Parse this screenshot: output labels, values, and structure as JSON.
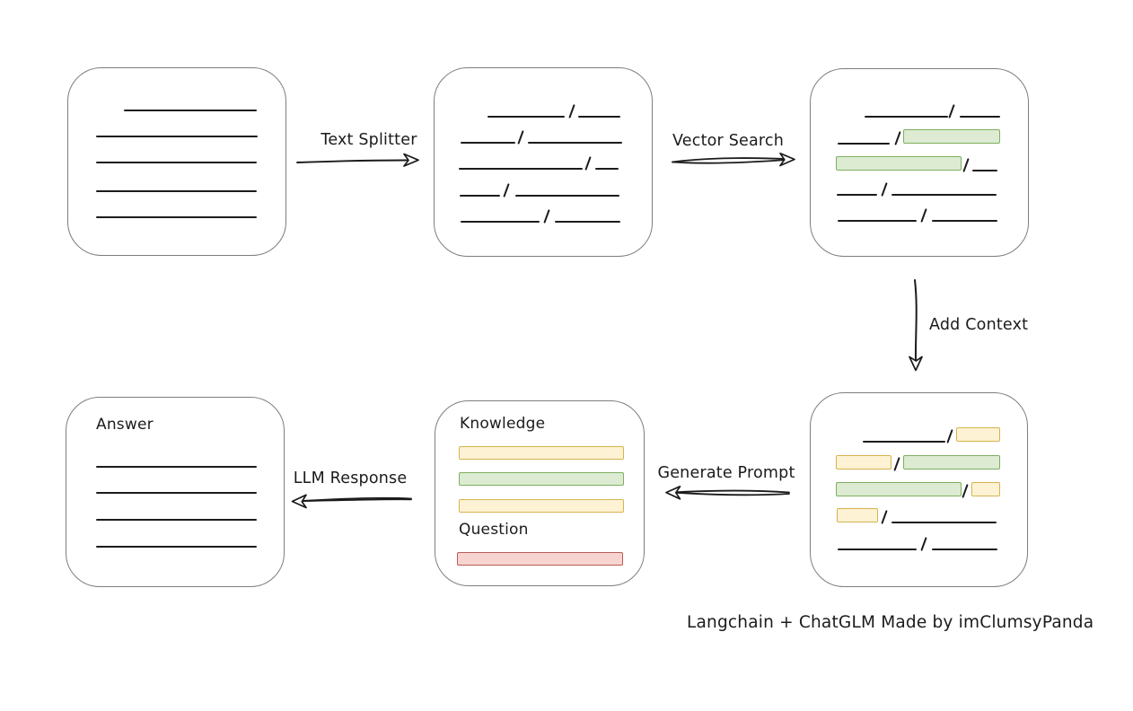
{
  "edges": {
    "text_splitter": "Text Splitter",
    "vector_search": "Vector Search",
    "add_context": "Add Context",
    "generate_prompt": "Generate Prompt",
    "llm_response": "LLM Response"
  },
  "prompt_box": {
    "knowledge_label": "Knowledge",
    "question_label": "Question"
  },
  "answer_box": {
    "title": "Answer"
  },
  "caption": "Langchain + ChatGLM Made by imClumsyPanda",
  "flow": {
    "nodes": [
      "document",
      "text-chunks",
      "vector-matches",
      "context-chunks",
      "prompt",
      "answer"
    ],
    "edges": [
      {
        "from": "document",
        "to": "text-chunks",
        "label": "Text Splitter"
      },
      {
        "from": "text-chunks",
        "to": "vector-matches",
        "label": "Vector Search"
      },
      {
        "from": "vector-matches",
        "to": "context-chunks",
        "label": "Add Context"
      },
      {
        "from": "context-chunks",
        "to": "prompt",
        "label": "Generate Prompt"
      },
      {
        "from": "prompt",
        "to": "answer",
        "label": "LLM Response"
      }
    ]
  },
  "colors": {
    "ink": "#1b1b1b",
    "box-border": "#7e7e7e",
    "green-fill": "#dcebd2",
    "green-stroke": "#7fae60",
    "yellow-fill": "#fdf3d4",
    "yellow-stroke": "#d6b34f",
    "red-fill": "#f8d4d1",
    "red-stroke": "#b85b55"
  }
}
